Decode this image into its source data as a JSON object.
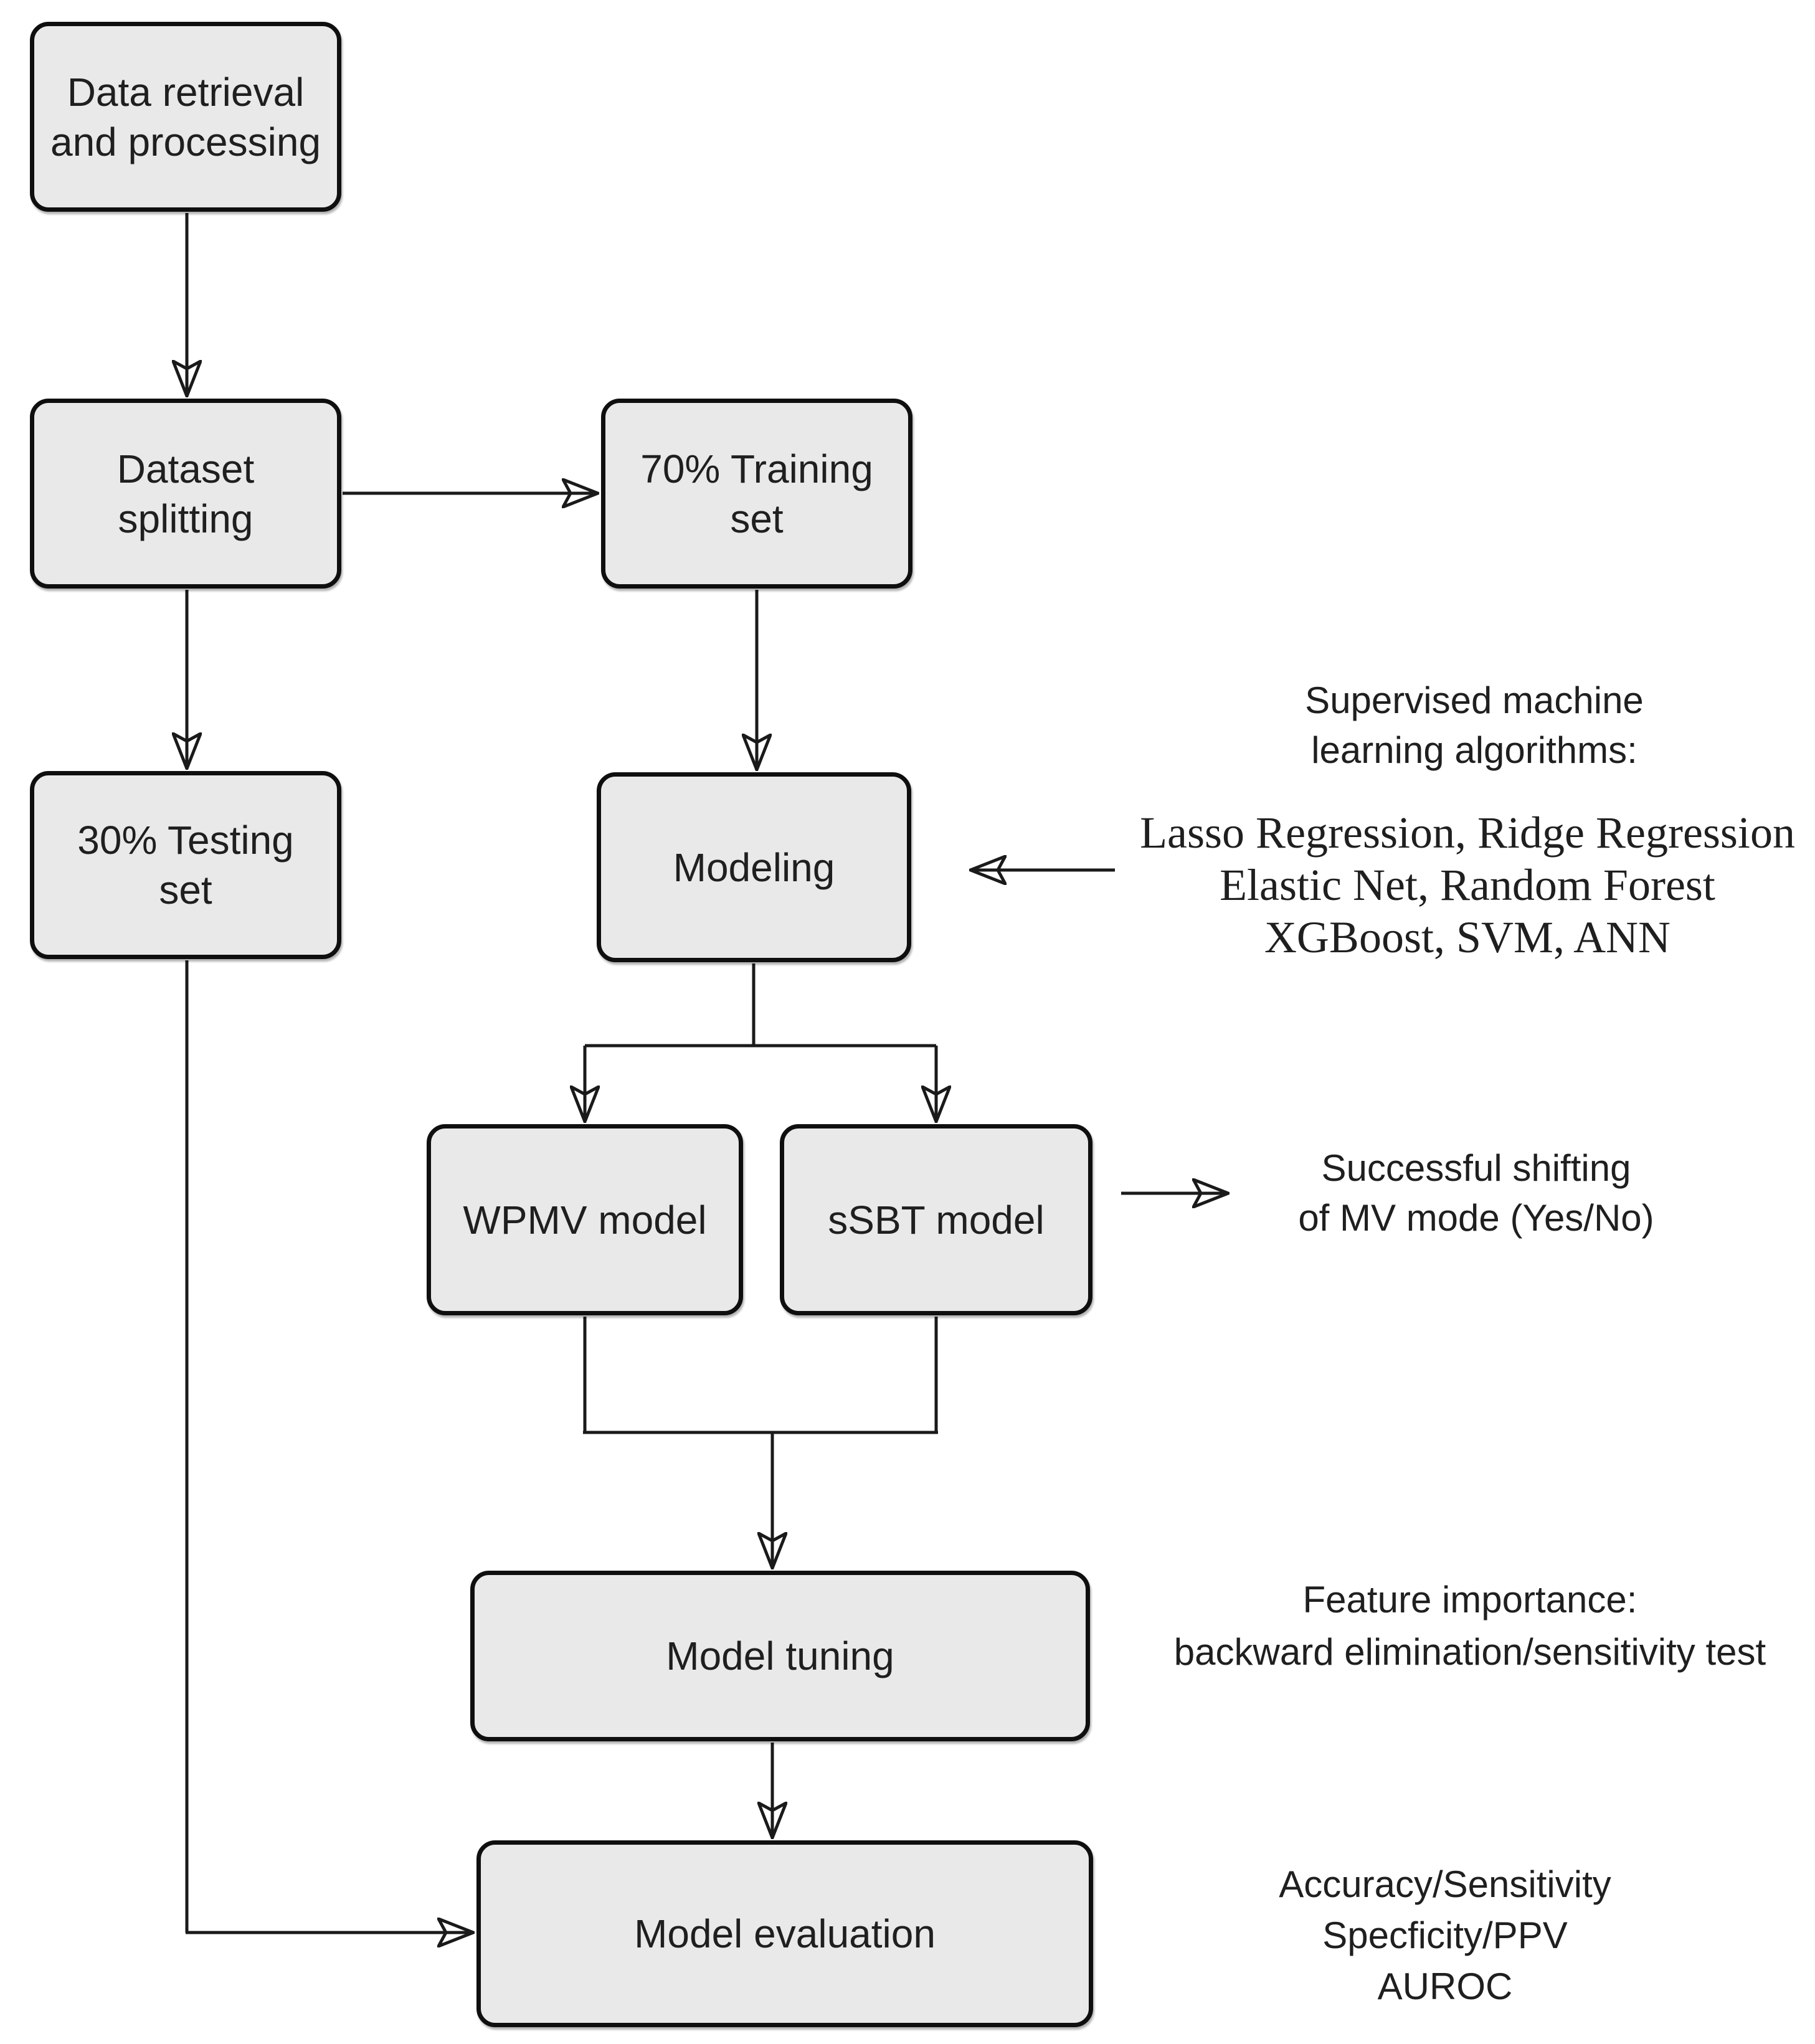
{
  "diagram": {
    "nodes": {
      "data_retrieval": {
        "label": "Data retrieval and processing"
      },
      "dataset_splitting": {
        "label": "Dataset splitting"
      },
      "training_set": {
        "label": "70% Training set"
      },
      "testing_set": {
        "label": "30% Testing set"
      },
      "modeling": {
        "label": "Modeling"
      },
      "wpmv": {
        "label": "WPMV model"
      },
      "ssbt": {
        "label": "sSBT model"
      },
      "tuning": {
        "label": "Model tuning"
      },
      "evaluation": {
        "label": "Model evaluation"
      }
    },
    "annotations": {
      "supervised": {
        "lines": [
          "Supervised machine",
          "learning algorithms:"
        ]
      },
      "algorithms": {
        "lines": [
          "Lasso Regression, Ridge Regression",
          "Elastic Net, Random Forest",
          "XGBoost, SVM, ANN"
        ]
      },
      "successful_shifting": {
        "lines": [
          "Successful shifting",
          "of MV mode (Yes/No)"
        ]
      },
      "feature_importance": {
        "lines": [
          "Feature importance:",
          "backward elimination/sensitivity test"
        ]
      },
      "evaluation_metrics": {
        "lines": [
          "Accuracy/Sensitivity",
          "Specficity/PPV",
          "AUROC"
        ]
      }
    },
    "edges": [
      {
        "from": "data_retrieval",
        "to": "dataset_splitting"
      },
      {
        "from": "dataset_splitting",
        "to": "training_set"
      },
      {
        "from": "dataset_splitting",
        "to": "testing_set"
      },
      {
        "from": "training_set",
        "to": "modeling"
      },
      {
        "from": "algorithms_note",
        "to": "modeling"
      },
      {
        "from": "modeling",
        "to": "wpmv"
      },
      {
        "from": "modeling",
        "to": "ssbt"
      },
      {
        "from": "ssbt",
        "to": "successful_shifting_note"
      },
      {
        "from": "wpmv",
        "to": "tuning"
      },
      {
        "from": "ssbt",
        "to": "tuning"
      },
      {
        "from": "tuning",
        "to": "evaluation"
      },
      {
        "from": "testing_set",
        "to": "evaluation"
      }
    ],
    "colors": {
      "background": "#ffffff",
      "node_fill": "#e9e9e9",
      "node_border": "#0f0f0f",
      "connector": "#1a1a1a",
      "text": "#1f1f1f"
    }
  }
}
